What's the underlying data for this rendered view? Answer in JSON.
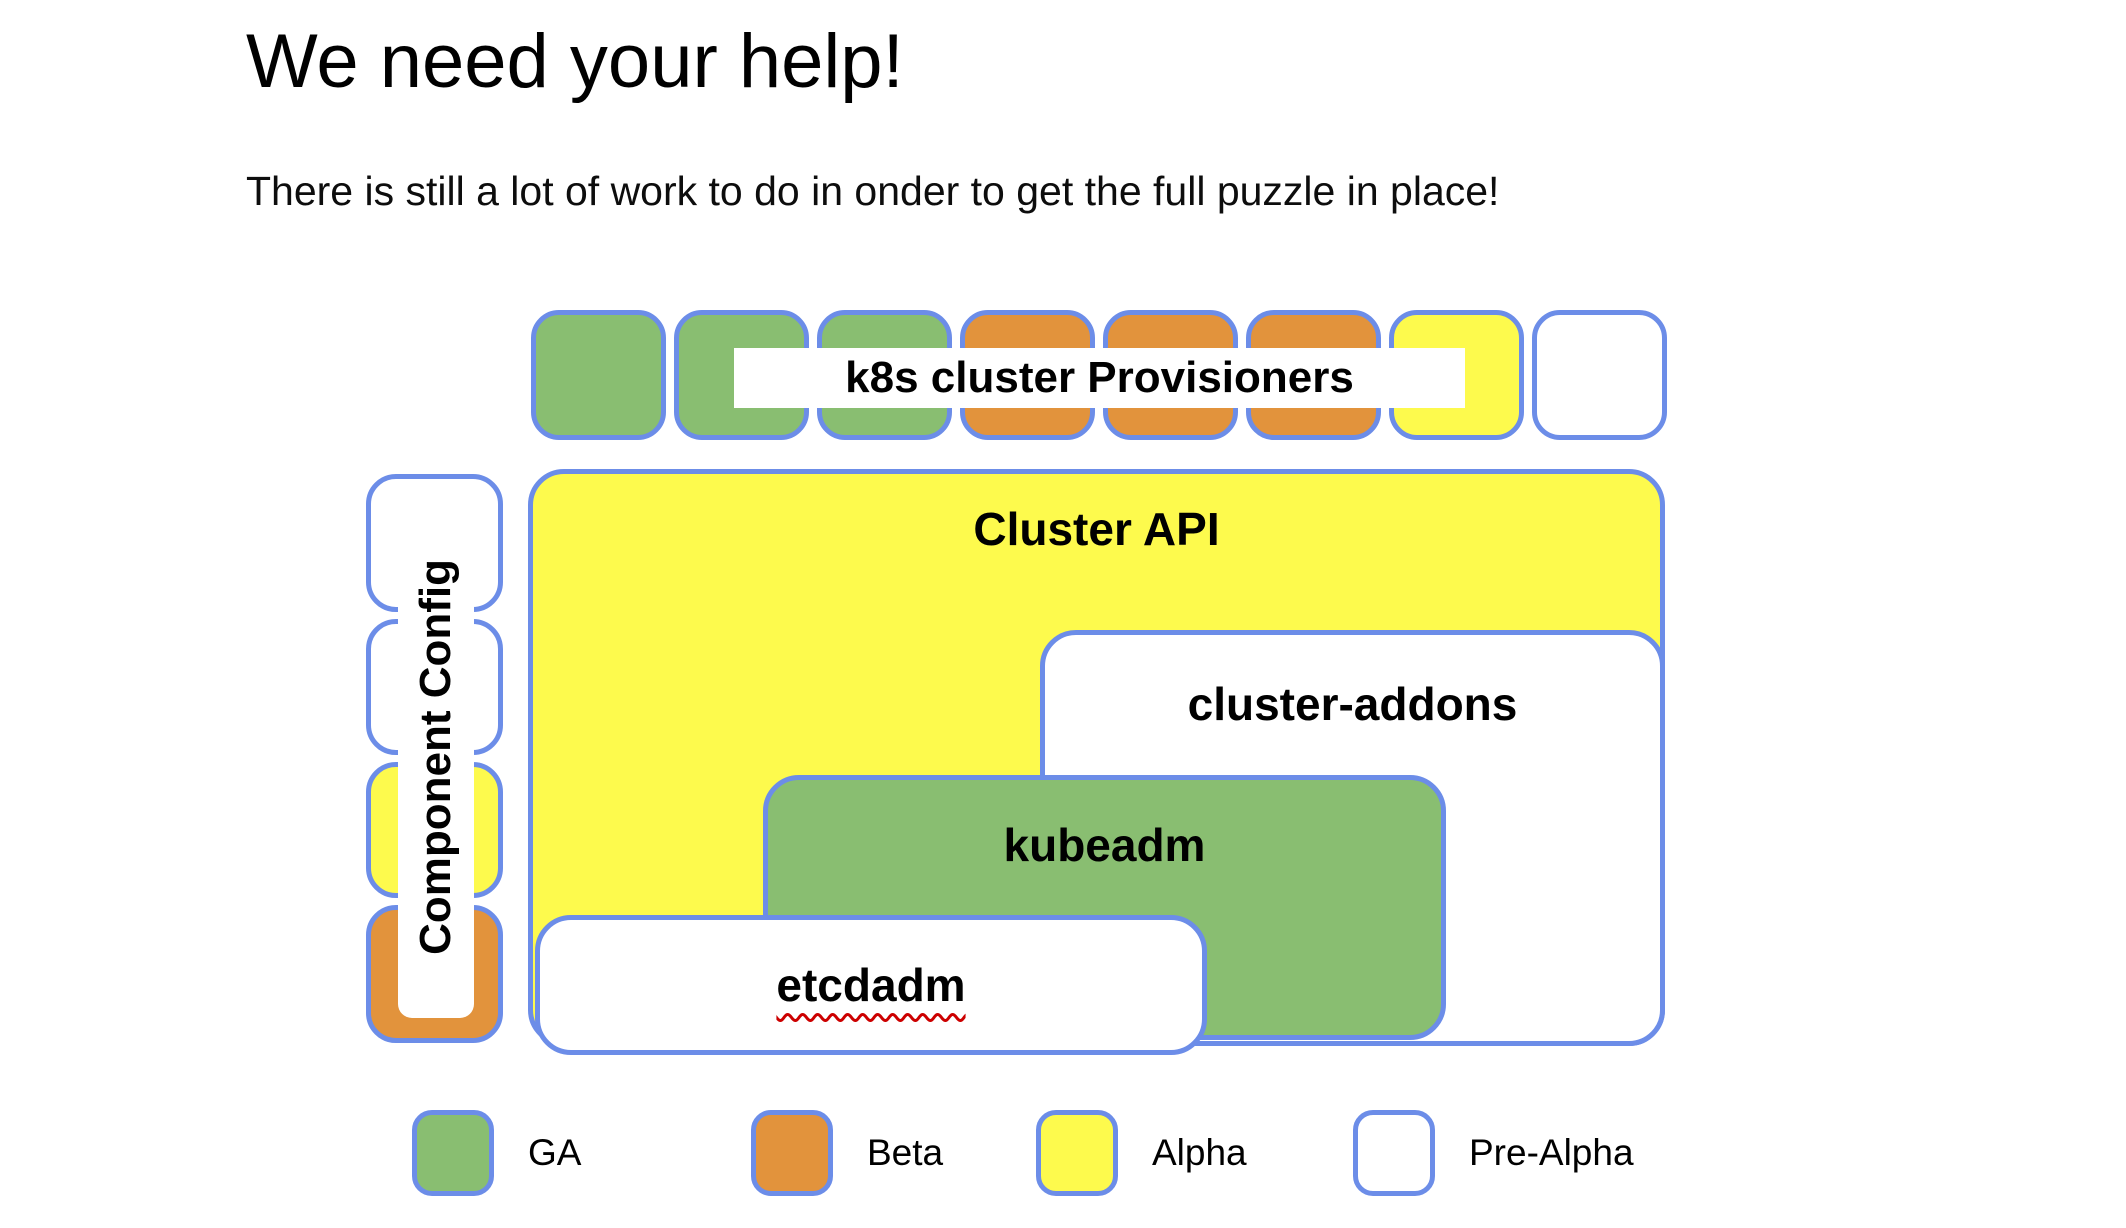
{
  "title": "We need your help!",
  "subtitle": "There is still a lot of work to do in onder to get the full puzzle in place!",
  "colors": {
    "ga": "#89be71",
    "beta": "#e2933c",
    "alpha": "#fdfa4d",
    "pre_alpha": "#ffffff",
    "border": "#6c8de8",
    "squiggle": "#cc0000"
  },
  "diagram": {
    "provisioners_label": "k8s cluster Provisioners",
    "provisioner_pieces": [
      "ga",
      "ga",
      "ga",
      "beta",
      "beta",
      "beta",
      "alpha",
      "pre_alpha"
    ],
    "component_config": {
      "label": "Component Config",
      "segments": [
        "pre_alpha",
        "pre_alpha",
        "alpha",
        "beta"
      ]
    },
    "cluster_api_label": "Cluster API",
    "cluster_addons_label": "cluster-addons",
    "kubeadm_label": "kubeadm",
    "etcdadm_label": "etcdadm"
  },
  "legend": [
    {
      "label": "GA",
      "status": "ga"
    },
    {
      "label": "Beta",
      "status": "beta"
    },
    {
      "label": "Alpha",
      "status": "alpha"
    },
    {
      "label": "Pre-Alpha",
      "status": "pre_alpha"
    }
  ]
}
